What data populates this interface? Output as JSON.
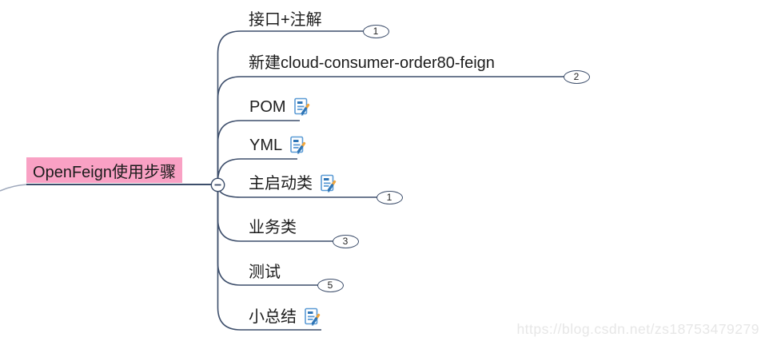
{
  "root": {
    "label": "OpenFeign使用步骤"
  },
  "collapse_button": {
    "symbol": "−"
  },
  "topics": [
    {
      "label": "接口+注解",
      "badge": "1",
      "has_note_icon": false
    },
    {
      "label": "新建cloud-consumer-order80-feign",
      "badge": "2",
      "has_note_icon": false
    },
    {
      "label": "POM",
      "badge": null,
      "has_note_icon": true
    },
    {
      "label": "YML",
      "badge": null,
      "has_note_icon": true
    },
    {
      "label": "主启动类",
      "badge": "1",
      "has_note_icon": true
    },
    {
      "label": "业务类",
      "badge": "3",
      "has_note_icon": false
    },
    {
      "label": "测试",
      "badge": "5",
      "has_note_icon": false
    },
    {
      "label": "小总结",
      "badge": null,
      "has_note_icon": true
    }
  ],
  "icons": {
    "note_icon_name": "note-icon"
  },
  "watermark": {
    "text": "https://blog.csdn.net/zs18753479279"
  },
  "colors": {
    "line": "#3D4E6B",
    "line_light": "#9FA9BC",
    "highlight": "#F9A1C4",
    "icon_blue": "#5B9BD5",
    "icon_blue_dark": "#2E75B6",
    "icon_orange": "#F2A63B",
    "watermark": "#E7E7E7"
  }
}
